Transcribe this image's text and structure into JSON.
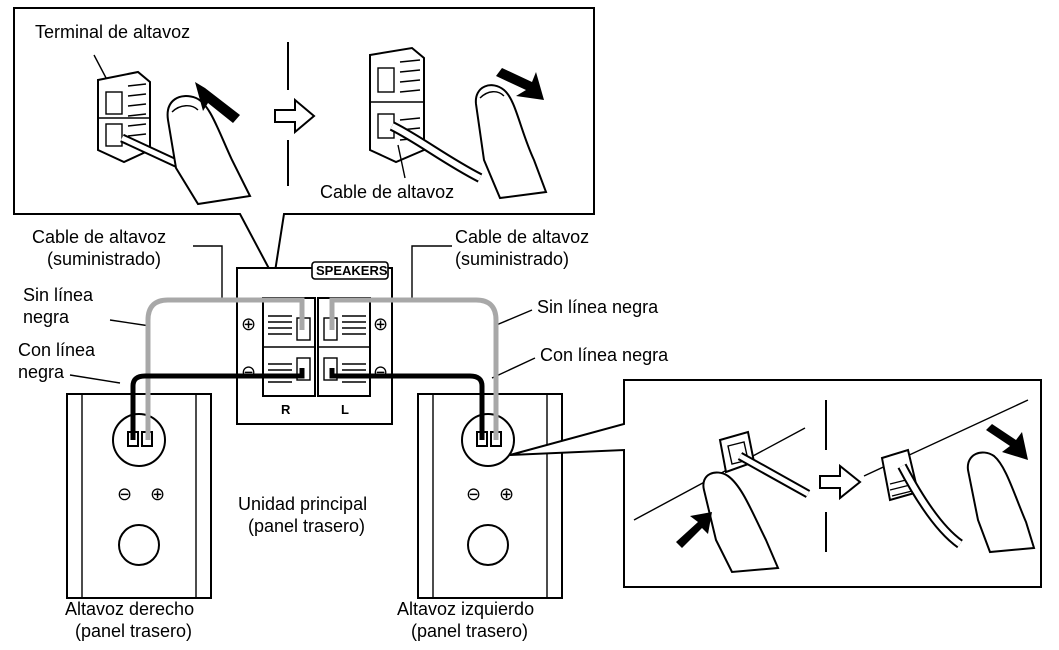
{
  "labels": {
    "terminal": "Terminal de altavoz",
    "cable_top": "Cable de altavoz",
    "cable_supplied_left_1": "Cable de altavoz",
    "cable_supplied_left_2": "(suministrado)",
    "cable_supplied_right_1": "Cable de altavoz",
    "cable_supplied_right_2": "(suministrado)",
    "no_black_left_1": "Sin línea",
    "no_black_left_2": "negra",
    "black_left_1": "Con línea",
    "black_left_2": "negra",
    "no_black_right": "Sin línea negra",
    "black_right": "Con línea negra",
    "speakers_badge": "SPEAKERS",
    "channel_r": "R",
    "channel_l": "L",
    "main_unit_1": "Unidad principal",
    "main_unit_2": "(panel trasero)",
    "right_speaker_1": "Altavoz derecho",
    "right_speaker_2": "(panel trasero)",
    "left_speaker_1": "Altavoz izquierdo",
    "left_speaker_2": "(panel trasero)",
    "plus": "⊕",
    "minus": "⊖"
  },
  "colors": {
    "line": "#000000",
    "gray_wire": "#a8a8a8",
    "background": "#ffffff"
  },
  "icons": {
    "push_arrow": "arrow-filled-icon",
    "next_step": "arrow-outline-icon",
    "finger": "finger-icon"
  }
}
